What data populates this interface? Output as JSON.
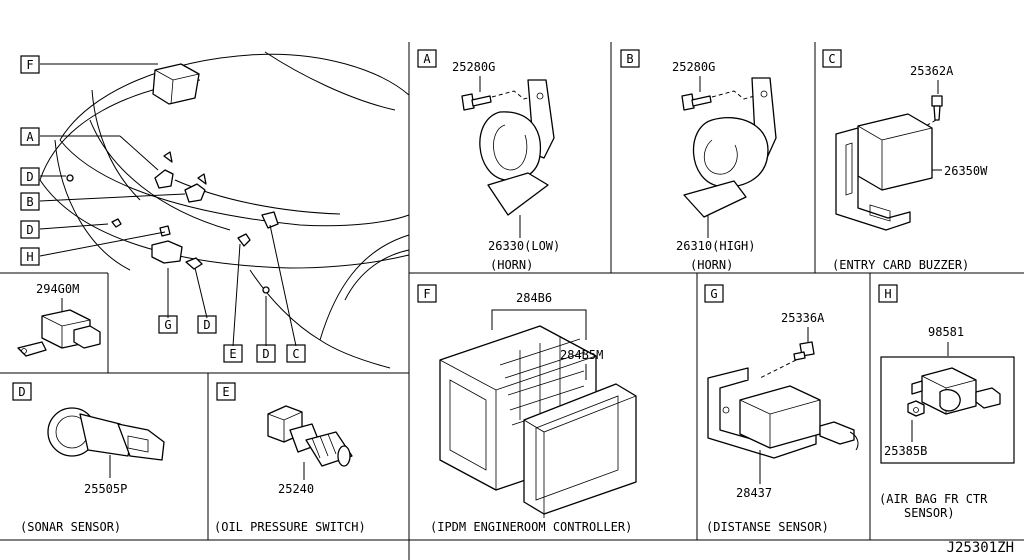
{
  "diagram_code": "J25301ZH",
  "overview": {
    "callouts": [
      "F",
      "A",
      "D",
      "B",
      "D",
      "H",
      "G",
      "D",
      "E",
      "D",
      "C"
    ]
  },
  "panels": {
    "A": {
      "letter": "A",
      "bolt": "25280G",
      "part": "26330(LOW)",
      "caption": "(HORN)"
    },
    "B": {
      "letter": "B",
      "bolt": "25280G",
      "part": "26310(HIGH)",
      "caption": "(HORN)"
    },
    "C": {
      "letter": "C",
      "bolt": "25362A",
      "part": "26350W",
      "caption": "(ENTRY CARD BUZZER)"
    },
    "misc": {
      "part": "294G0M"
    },
    "D": {
      "letter": "D",
      "part": "25505P",
      "caption": "(SONAR SENSOR)"
    },
    "E": {
      "letter": "E",
      "part": "25240",
      "caption": "(OIL PRESSURE SWITCH)"
    },
    "F": {
      "letter": "F",
      "part1": "284B6",
      "part2": "284B5M",
      "caption": "(IPDM ENGINEROOM CONTROLLER)"
    },
    "G": {
      "letter": "G",
      "bolt": "25336A",
      "part": "28437",
      "caption": "(DISTANSE SENSOR)"
    },
    "H": {
      "letter": "H",
      "part1": "98581",
      "part2": "25385B",
      "caption_line1": "(AIR BAG FR CTR",
      "caption_line2": "SENSOR)"
    }
  }
}
